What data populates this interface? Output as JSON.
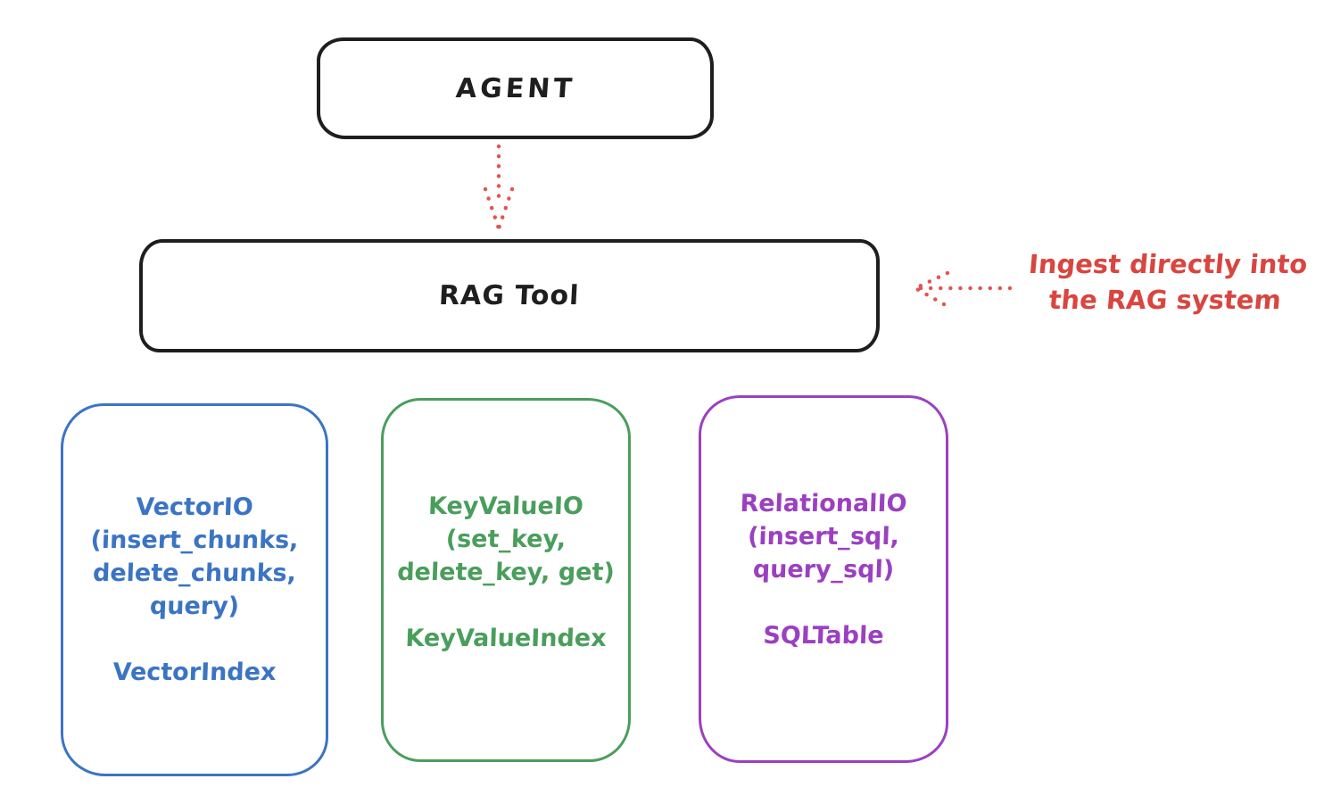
{
  "colors": {
    "stroke": "#1e1e1e",
    "red_text": "#d9453f",
    "red_arrow": "#e15550",
    "blue": "#3b74c4",
    "green": "#4a9e5c",
    "purple": "#9b40c1",
    "background": "#ffffff"
  },
  "diagram": {
    "agent": {
      "label": "AGENT"
    },
    "rag_tool": {
      "label": "RAG Tool"
    },
    "annotation": {
      "line1": "Ingest directly into",
      "line2": "the RAG system"
    },
    "arrows": {
      "agent_to_rag": "dotted-down-arrow",
      "ingest_into_rag": "dotted-left-arrow"
    },
    "stores": [
      {
        "id": "vector-io",
        "color": "#3b74c4",
        "lines": [
          "VectorIO",
          "(insert_chunks,",
          "delete_chunks,",
          "query)",
          "",
          "VectorIndex"
        ]
      },
      {
        "id": "keyvalue-io",
        "color": "#4a9e5c",
        "lines": [
          "KeyValueIO",
          "(set_key,",
          "delete_key, get)",
          "",
          "KeyValueIndex"
        ]
      },
      {
        "id": "relational-io",
        "color": "#9b40c1",
        "lines": [
          "RelationalIO",
          "(insert_sql,",
          "query_sql)",
          "",
          "SQLTable"
        ]
      }
    ]
  }
}
